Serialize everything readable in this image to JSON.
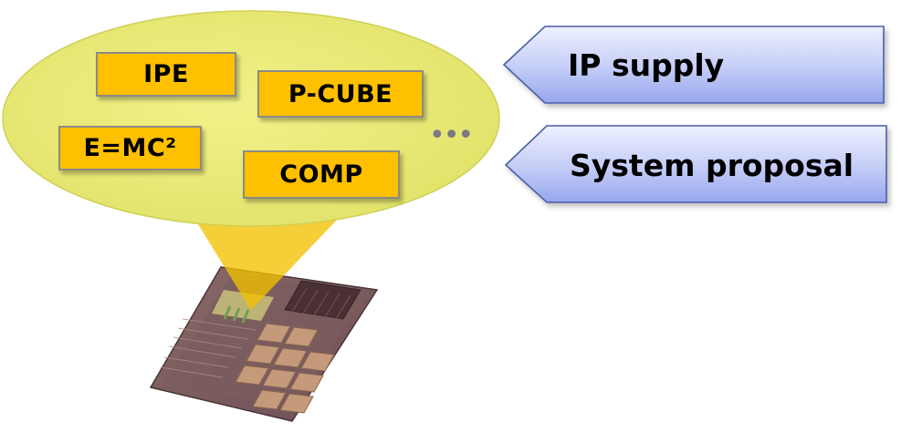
{
  "bubble": {
    "fill": "#e8e878",
    "items": [
      {
        "label": "IPE"
      },
      {
        "label": "P-CUBE"
      },
      {
        "label": "E=MC²"
      },
      {
        "label": "COMP"
      }
    ],
    "more": "•••"
  },
  "chip": {
    "name": "chip-die-icon"
  },
  "arrows": [
    {
      "label": "IP supply"
    },
    {
      "label": "System proposal"
    }
  ],
  "colors": {
    "ip_box": "#ffc000",
    "arrow_fill_top": "#eef1ff",
    "arrow_fill_bottom": "#9eaef0",
    "arrow_border": "#4a5fa8"
  }
}
